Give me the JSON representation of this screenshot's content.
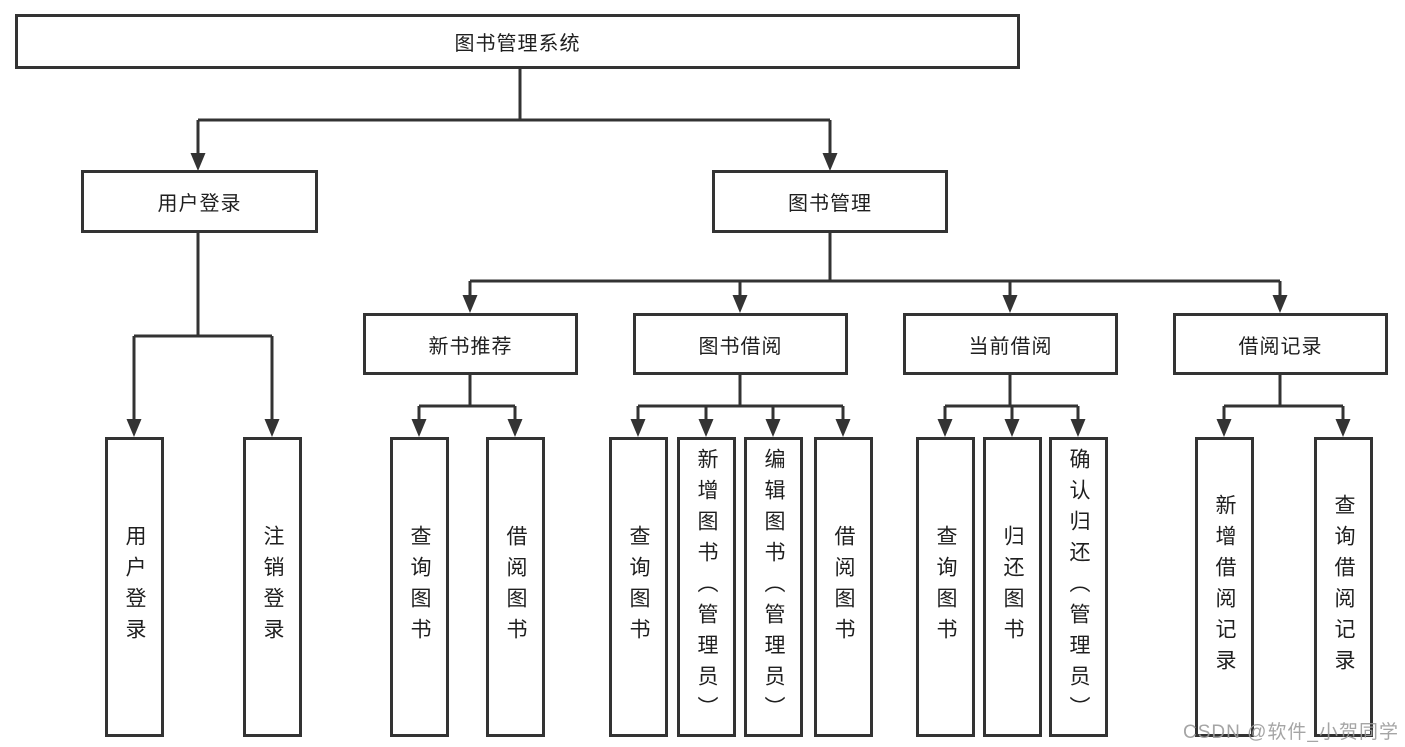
{
  "diagram": {
    "type": "hierarchy",
    "tree": {
      "label": "图书管理系统",
      "children": [
        {
          "label": "用户登录",
          "children": [
            {
              "label": "用户登录"
            },
            {
              "label": "注销登录"
            }
          ]
        },
        {
          "label": "图书管理",
          "children": [
            {
              "label": "新书推荐",
              "children": [
                {
                  "label": "查询图书"
                },
                {
                  "label": "借阅图书"
                }
              ]
            },
            {
              "label": "图书借阅",
              "children": [
                {
                  "label": "查询图书"
                },
                {
                  "label": "新增图书（管理员）"
                },
                {
                  "label": "编辑图书（管理员）"
                },
                {
                  "label": "借阅图书"
                }
              ]
            },
            {
              "label": "当前借阅",
              "children": [
                {
                  "label": "查询图书"
                },
                {
                  "label": "归还图书"
                },
                {
                  "label": "确认归还（管理员）"
                }
              ]
            },
            {
              "label": "借阅记录",
              "children": [
                {
                  "label": "新增借阅记录"
                },
                {
                  "label": "查询借阅记录"
                }
              ]
            }
          ]
        }
      ]
    }
  },
  "watermark": {
    "text": "CSDN @软件_小贺同学"
  },
  "colors": {
    "line": "#333333",
    "box_border": "#333333",
    "text": "#1f1f1f",
    "background": "#ffffff",
    "watermark": "#9b9b9b"
  }
}
